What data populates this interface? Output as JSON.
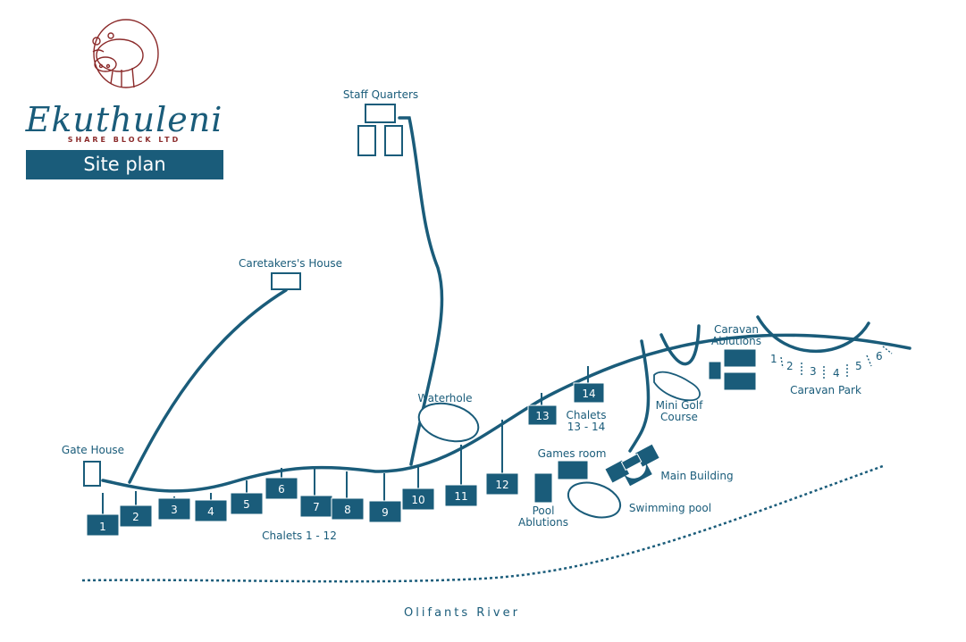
{
  "logo": {
    "name": "Ekuthuleni",
    "tagline": "SHARE BLOCK LTD",
    "mascot": "hippo-logo",
    "color": "#8b2a2a"
  },
  "title": "Site plan",
  "labels": {
    "staff_quarters": "Staff Quarters",
    "caretakers_house": "Caretakers's House",
    "gate_house": "Gate House",
    "waterhole": "Waterhole",
    "chalets_1_12": "Chalets 1 - 12",
    "chalets_13_14_line1": "Chalets",
    "chalets_13_14_line2": "13 - 14",
    "games_room": "Games room",
    "pool_ablutions_line1": "Pool",
    "pool_ablutions_line2": "Ablutions",
    "swimming_pool": "Swimming pool",
    "main_building": "Main Building",
    "mini_golf_line1": "Mini Golf",
    "mini_golf_line2": "Course",
    "caravan_ablutions_line1": "Caravan",
    "caravan_ablutions_line2": "Ablutions",
    "caravan_park": "Caravan Park",
    "river": "Olifants River"
  },
  "chalets": [
    "1",
    "2",
    "3",
    "4",
    "5",
    "6",
    "7",
    "8",
    "9",
    "10",
    "11",
    "12",
    "13",
    "14"
  ],
  "caravan_sites": [
    "1",
    "2",
    "3",
    "4",
    "5",
    "6"
  ],
  "colors": {
    "primary": "#1a5c7a",
    "logo_red": "#8b2a2a"
  }
}
